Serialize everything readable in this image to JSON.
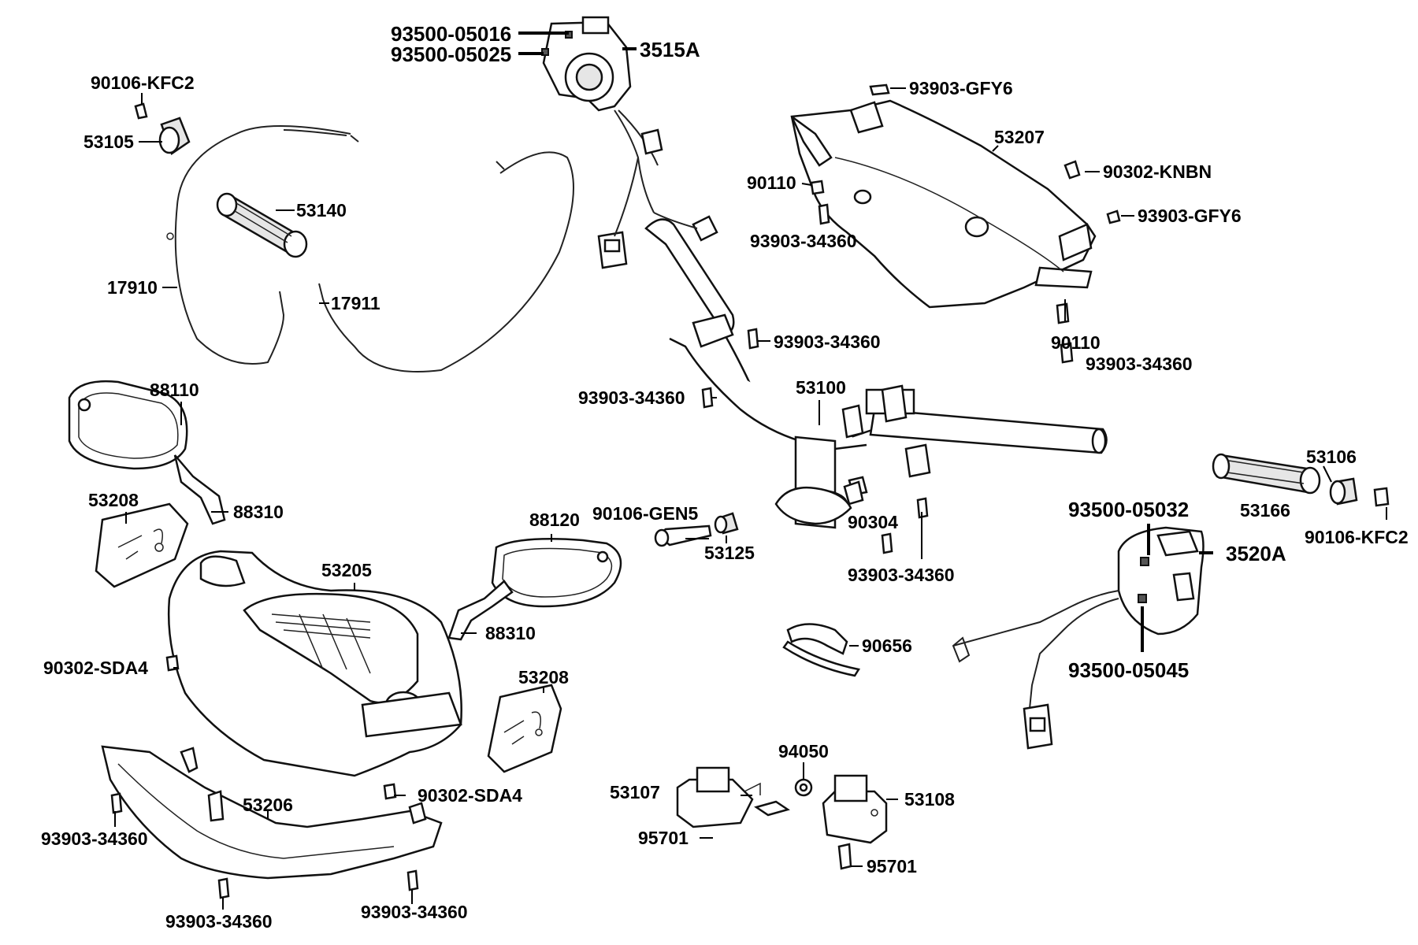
{
  "labels": {
    "l_93500_05016": "93500-05016",
    "l_93500_05025": "93500-05025",
    "l_3515A": "3515A",
    "l_90106_KFC2_a": "90106-KFC2",
    "l_53105": "53105",
    "l_53140": "53140",
    "l_17910": "17910",
    "l_17911": "17911",
    "l_93903_GFY6_a": "93903-GFY6",
    "l_53207": "53207",
    "l_90302_KNBN": "90302-KNBN",
    "l_90110_a": "90110",
    "l_93903_GFY6_b": "93903-GFY6",
    "l_93903_34360_a": "93903-34360",
    "l_90110_b": "90110",
    "l_93903_34360_b": "93903-34360",
    "l_93903_34360_c": "93903-34360",
    "l_93903_34360_d": "93903-34360",
    "l_53100": "53100",
    "l_88110": "88110",
    "l_88310_a": "88310",
    "l_53208_a": "53208",
    "l_53205": "53205",
    "l_88120": "88120",
    "l_88310_b": "88310",
    "l_90106_GEN5": "90106-GEN5",
    "l_53125": "53125",
    "l_90304": "90304",
    "l_93903_34360_e": "93903-34360",
    "l_53106": "53106",
    "l_53166": "53166",
    "l_90106_KFC2_b": "90106-KFC2",
    "l_93500_05032": "93500-05032",
    "l_3520A": "3520A",
    "l_93500_05045": "93500-05045",
    "l_90656": "90656",
    "l_90302_SDA4_a": "90302-SDA4",
    "l_53208_b": "53208",
    "l_90302_SDA4_b": "90302-SDA4",
    "l_93903_34360_f": "93903-34360",
    "l_53206": "53206",
    "l_93903_34360_g": "93903-34360",
    "l_93903_34360_h": "93903-34360",
    "l_94050": "94050",
    "l_53107": "53107",
    "l_53108": "53108",
    "l_95701_a": "95701",
    "l_95701_b": "95701"
  }
}
